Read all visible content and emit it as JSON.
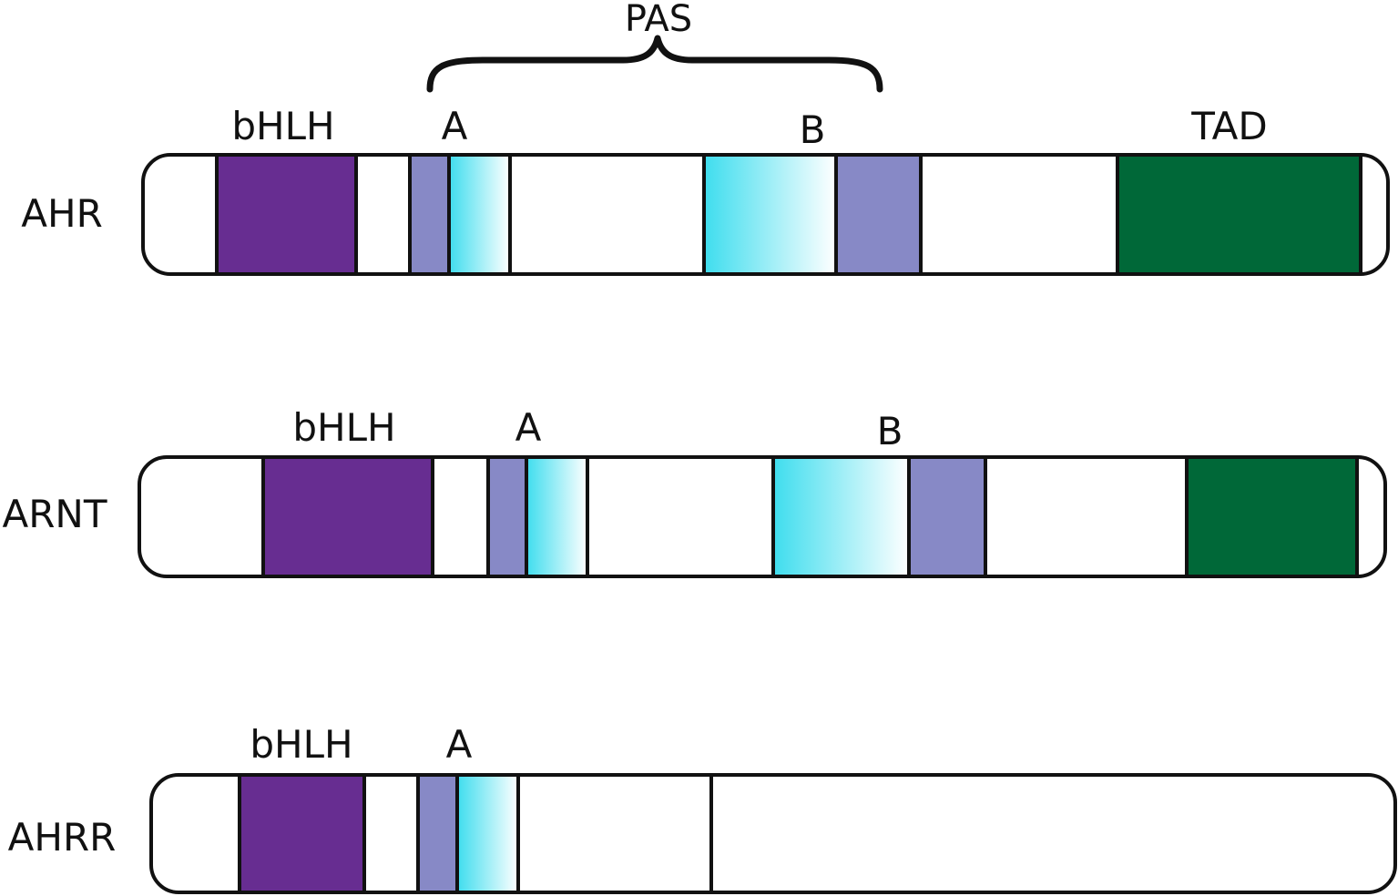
{
  "colors": {
    "bhlh": "#672D91",
    "pas_core": "#8789C6",
    "pas_gradient_start": "#3EDDEE",
    "pas_gradient_end": "#FFFFFF",
    "tad": "#006838",
    "outline": "#111111",
    "background": "#FFFFFF"
  },
  "labels": {
    "pas": "PAS",
    "bhlh": "bHLH",
    "pas_a": "A",
    "pas_b": "B",
    "tad": "TAD"
  },
  "proteins": [
    {
      "name": "AHR"
    },
    {
      "name": "ARNT"
    },
    {
      "name": "AHRR"
    }
  ]
}
